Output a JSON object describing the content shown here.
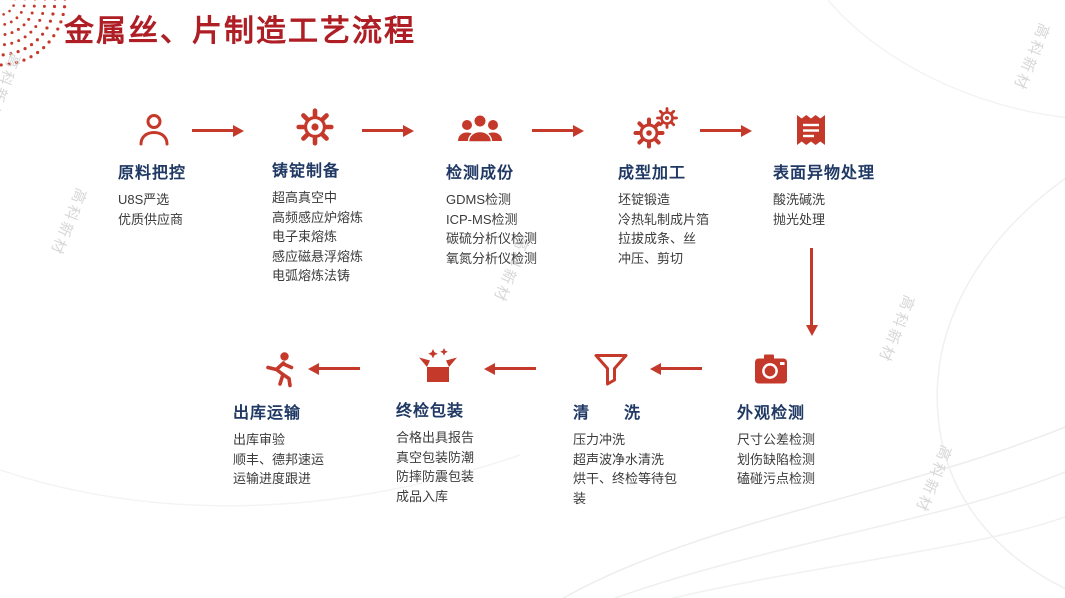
{
  "title": "金属丝、片制造工艺流程",
  "watermark": "高科新材",
  "colors": {
    "accent": "#C5392B",
    "title": "#AE1E24",
    "step_title": "#1F3864",
    "body_text": "#3B3B3B"
  },
  "steps": [
    {
      "title": "原料把控",
      "icon": "person-icon",
      "lines": [
        "U8S严选",
        "优质供应商"
      ]
    },
    {
      "title": "铸锭制备",
      "icon": "gear-icon",
      "lines": [
        "超高真空中",
        "高频感应炉熔炼",
        "电子束熔炼",
        "感应磁悬浮熔炼",
        "电弧熔炼法铸"
      ]
    },
    {
      "title": "检测成份",
      "icon": "people-group-icon",
      "lines": [
        "GDMS检测",
        "ICP-MS检测",
        "碳硫分析仪检测",
        "氧氮分析仪检测"
      ]
    },
    {
      "title": "成型加工",
      "icon": "double-gear-icon",
      "lines": [
        "坯锭锻造",
        "冷热轧制成片箔",
        "拉拔成条、丝",
        "冲压、剪切"
      ]
    },
    {
      "title": "表面异物处理",
      "icon": "receipt-icon",
      "lines": [
        "酸洗碱洗",
        "抛光处理"
      ]
    },
    {
      "title": "外观检测",
      "icon": "camera-icon",
      "lines": [
        "尺寸公差检测",
        "划伤缺陷检测",
        "磕碰污点检测"
      ]
    },
    {
      "title": "清　　洗",
      "icon": "funnel-icon",
      "lines": [
        "压力冲洗",
        "超声波净水清洗",
        "烘干、终检等待包装"
      ]
    },
    {
      "title": "终检包装",
      "icon": "open-box-icon",
      "lines": [
        "合格出具报告",
        "真空包装防潮",
        "防摔防震包装",
        "成品入库"
      ]
    },
    {
      "title": "出库运输",
      "icon": "running-person-icon",
      "lines": [
        "出库审验",
        "顺丰、德邦速运",
        "运输进度跟进"
      ]
    }
  ]
}
